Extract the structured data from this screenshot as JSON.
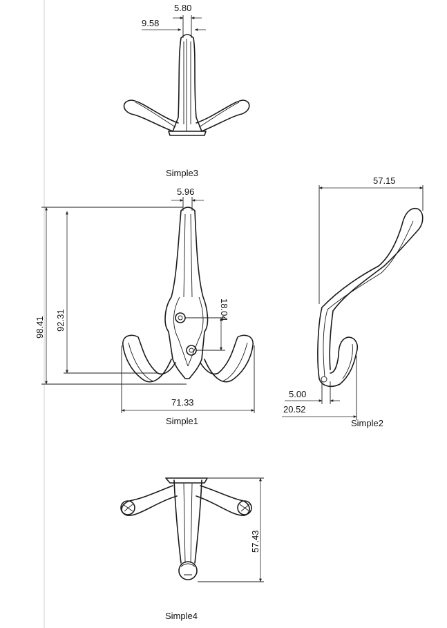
{
  "views": {
    "simple3": {
      "label": "Simple3",
      "dim_a": "5.80",
      "dim_b": "9.58"
    },
    "simple1": {
      "label": "Simple1",
      "dim_top": "5.96",
      "dim_height_total": "98.41",
      "dim_height_inner": "92.31",
      "dim_hole_spacing": "18.04",
      "dim_width": "71.33"
    },
    "simple2": {
      "label": "Simple2",
      "dim_width": "57.15",
      "dim_a": "5.00",
      "dim_b": "20.52"
    },
    "simple4": {
      "label": "Simple4",
      "dim_height": "57.43"
    }
  }
}
